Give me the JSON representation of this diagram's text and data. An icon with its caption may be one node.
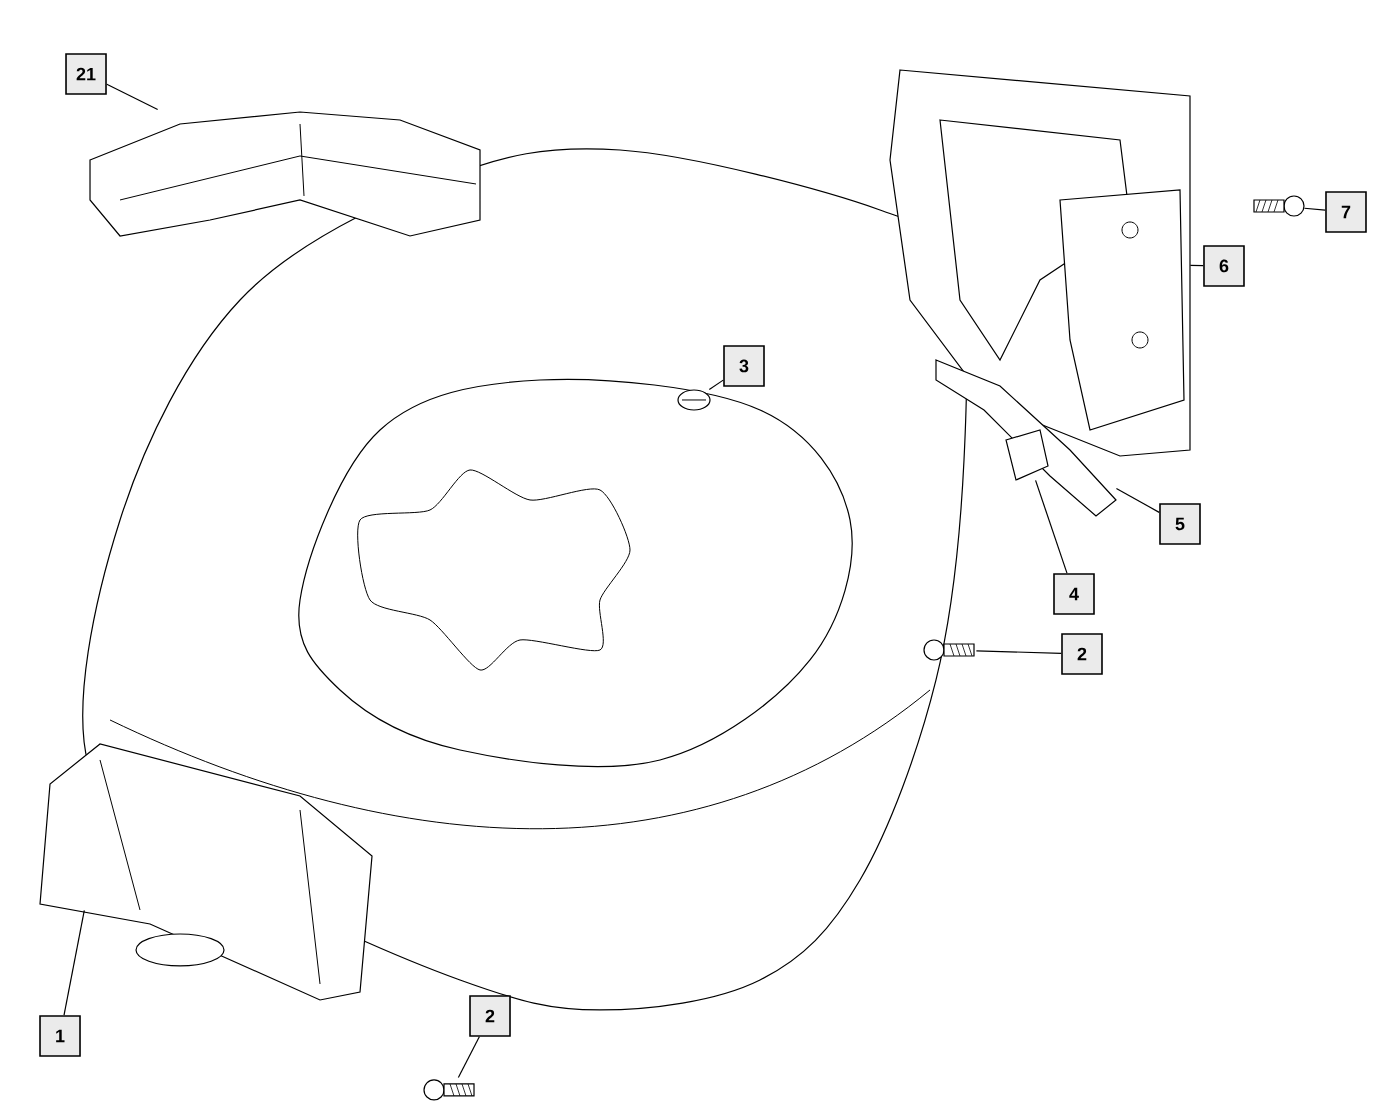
{
  "diagram": {
    "nodes": [
      {
        "text": [
          "21"
        ]
      },
      {
        "text": [],
        "shape": "picture"
      },
      {
        "text": [
          "3"
        ]
      },
      {
        "text": [],
        "shape": "picture"
      },
      {
        "text": [
          "7"
        ]
      },
      {
        "text": [],
        "shape": "picture"
      },
      {
        "text": [
          "6"
        ]
      },
      {
        "text": [],
        "shape": "picture"
      },
      {
        "text": [
          "5"
        ]
      },
      {
        "text": [],
        "shape": "picture"
      },
      {
        "text": [
          "4"
        ]
      },
      {
        "text": [],
        "shape": "picture"
      },
      {
        "text": [
          "2"
        ]
      },
      {
        "text": [],
        "shape": "picture"
      },
      {
        "text": [
          "1"
        ]
      },
      {
        "text": [],
        "shape": "picture"
      },
      {
        "text": [
          "2"
        ]
      },
      {
        "text": [],
        "shape": "picture"
      }
    ],
    "edges": [
      {
        "from": 0,
        "to": 1,
        "arrow": "none"
      },
      {
        "from": 2,
        "to": 3,
        "arrow": "none"
      },
      {
        "from": 4,
        "to": 5,
        "arrow": "none"
      },
      {
        "from": 6,
        "to": 7,
        "arrow": "none"
      },
      {
        "from": 8,
        "to": 9,
        "arrow": "none"
      },
      {
        "from": 10,
        "to": 11,
        "arrow": "none"
      },
      {
        "from": 12,
        "to": 13,
        "arrow": "none"
      },
      {
        "from": 14,
        "to": 15,
        "arrow": "none"
      },
      {
        "from": 16,
        "to": 17,
        "arrow": "none"
      }
    ]
  }
}
